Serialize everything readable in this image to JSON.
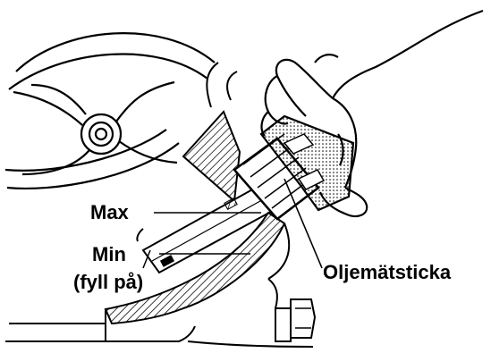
{
  "labels": {
    "max": "Max",
    "min": "Min",
    "fill": "(fyll på)",
    "dipstick": "Oljemätsticka"
  },
  "colors": {
    "line": "#000000",
    "background": "#ffffff"
  }
}
